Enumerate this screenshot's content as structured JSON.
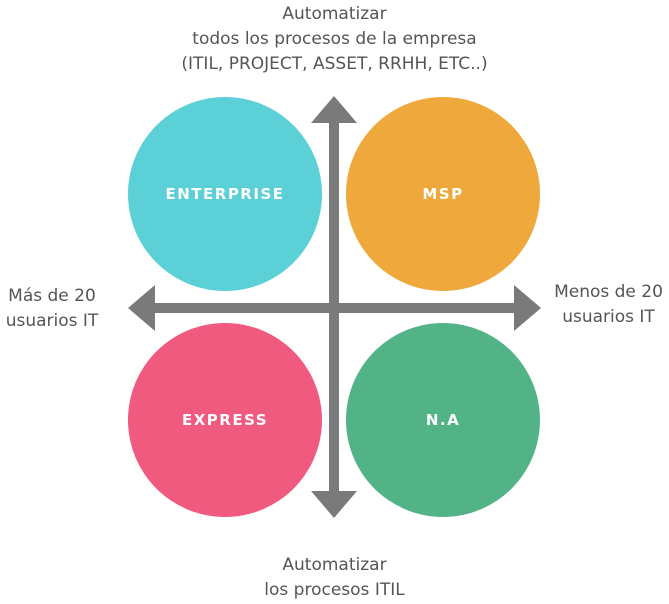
{
  "labels": {
    "top": [
      "Automatizar",
      "todos los procesos de la empresa",
      "(ITIL, PROJECT, ASSET, RRHH, ETC..)"
    ],
    "bottom": [
      "Automatizar",
      "los procesos ITIL"
    ],
    "left": [
      "Más de 20",
      "usuarios IT"
    ],
    "right": [
      "Menos de 20",
      "usuarios IT"
    ]
  },
  "quadrants": {
    "top_left": {
      "label": "ENTERPRISE",
      "color": "#5bd0d6"
    },
    "top_right": {
      "label": "MSP",
      "color": "#eea83b"
    },
    "bottom_left": {
      "label": "EXPRESS",
      "color": "#ef5a7e"
    },
    "bottom_right": {
      "label": "N.A",
      "color": "#52b387"
    }
  },
  "colors": {
    "axis": "#7a7a7a",
    "text": "#555555"
  }
}
